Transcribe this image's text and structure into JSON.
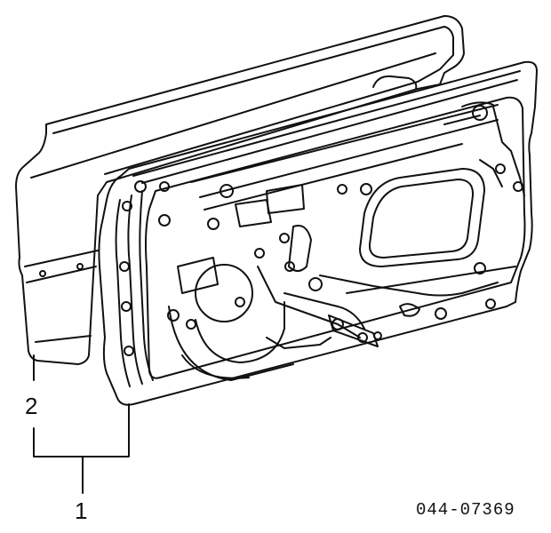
{
  "diagram": {
    "callouts": [
      {
        "id": "outer-door-panel",
        "label": "2"
      },
      {
        "id": "door-assembly",
        "label": "1"
      }
    ],
    "part_code": "044-07369"
  },
  "colors": {
    "line": "#111111",
    "background": "#ffffff"
  }
}
